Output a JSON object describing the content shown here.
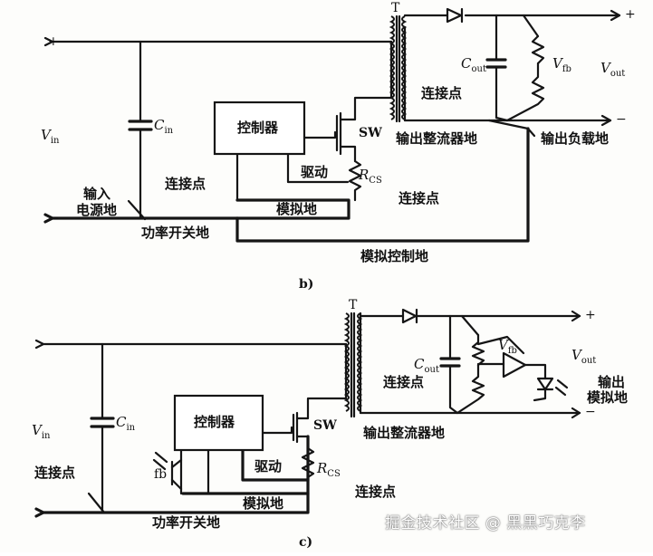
{
  "diagram_b": {
    "caption": "b)",
    "transformer": "T",
    "plus_in": "+",
    "minus_in": "−",
    "plus_out": "+",
    "minus_out": "−",
    "vin": "V",
    "vin_sub": "in",
    "cin": "C",
    "cin_sub": "in",
    "cout": "C",
    "cout_sub": "out",
    "vfb": "V",
    "vfb_sub": "fb",
    "vout": "V",
    "vout_sub": "out",
    "controller": "控制器",
    "sw": "SW",
    "drive": "驱动",
    "rcs": "R",
    "rcs_sub": "CS",
    "analog_ground": "模拟地",
    "input_ground_1": "输入",
    "input_ground_2": "电源地",
    "connection_left": "连接点",
    "connection_right": "连接点",
    "connection_rcs": "连接点",
    "power_switch_ground": "功率开关地",
    "analog_control_ground": "模拟控制地",
    "rectifier_ground": "输出整流器地",
    "load_ground": "输出负载地"
  },
  "diagram_c": {
    "caption": "c)",
    "transformer": "T",
    "plus_out": "+",
    "minus_out": "−",
    "vin": "V",
    "vin_sub": "in",
    "cin": "C",
    "cin_sub": "in",
    "cout": "C",
    "cout_sub": "out",
    "vfb": "V",
    "vfb_sub": "fb",
    "vout": "V",
    "vout_sub": "out",
    "controller": "控制器",
    "sw": "SW",
    "drive": "驱动",
    "rcs": "R",
    "rcs_sub": "CS",
    "analog_ground": "模拟地",
    "fb": "fb",
    "connection_left": "连接点",
    "connection_right": "连接点",
    "connection_rcs": "连接点",
    "power_switch_ground": "功率开关地",
    "rectifier_ground": "输出整流器地",
    "output_analog_1": "输出",
    "output_analog_2": "模拟地"
  },
  "watermark": "掘金技术社区 @ 黑黑巧克李"
}
